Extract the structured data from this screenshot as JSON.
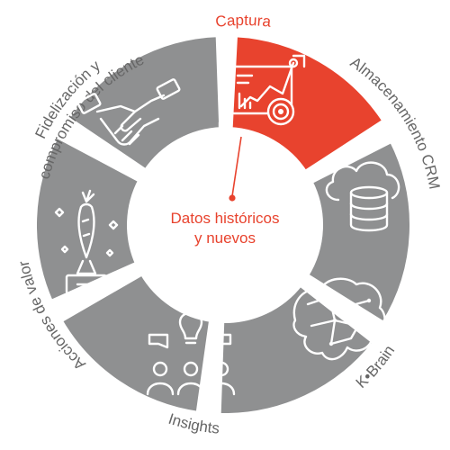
{
  "colors": {
    "accent": "#e8432e",
    "segment": "#8f9091",
    "label_gray": "#666666",
    "background": "#ffffff"
  },
  "center": {
    "line1": "Datos históricos",
    "line2": "y nuevos"
  },
  "segments": [
    {
      "label": "Captura",
      "icon": "dashboard-analytics-icon",
      "active": true
    },
    {
      "label": "Almacenamiento CRM",
      "icon": "cloud-database-icon",
      "active": false
    },
    {
      "label": "K•Brain",
      "icon": "neural-brain-icon",
      "active": false
    },
    {
      "label": "Insights",
      "icon": "team-idea-icon",
      "active": false
    },
    {
      "label": "Acciones de valor",
      "icon": "trophy-carrot-icon",
      "active": false
    },
    {
      "label": "Fidelización y",
      "icon": "handshake-icon",
      "active": false
    },
    {
      "label": "compromiso del cliente",
      "icon": "",
      "active": false
    }
  ]
}
